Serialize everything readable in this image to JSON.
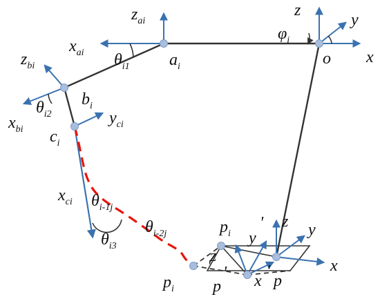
{
  "diagram": {
    "colors": {
      "link": "#333333",
      "axis": "#3a72b0",
      "joint": "#a9bedc",
      "curve": "#e8140a",
      "dashed": "#333333",
      "text": "#111111"
    },
    "labels": {
      "z_ai": {
        "base": "z",
        "sub": "ai"
      },
      "x_ai": {
        "base": "x",
        "sub": "ai"
      },
      "theta_i1": {
        "base": "θ",
        "sub": "i1"
      },
      "a_i": {
        "base": "a",
        "sub": "i"
      },
      "z_bi": {
        "base": "z",
        "sub": "bi"
      },
      "b_i": {
        "base": "b",
        "sub": "i"
      },
      "theta_i2": {
        "base": "θ",
        "sub": "i2"
      },
      "x_bi": {
        "base": "x",
        "sub": "bi"
      },
      "y_ci": {
        "base": "y",
        "sub": "ci"
      },
      "c_i": {
        "base": "c",
        "sub": "i"
      },
      "x_ci": {
        "base": "x",
        "sub": "ci"
      },
      "theta_i_1j": {
        "base": "θ",
        "sub": "i-1j"
      },
      "theta_i3": {
        "base": "θ",
        "sub": "i3"
      },
      "theta_i_2j": {
        "base": "θ",
        "sub": "i-2j"
      },
      "z_o": "z",
      "y_o": "y",
      "x_o": "x",
      "phi_i": {
        "base": "φ",
        "sub": "i"
      },
      "o": "o",
      "p_i_top": {
        "base": "p",
        "sub": "i"
      },
      "y_prime": "y",
      "prime_y": "'",
      "z_p": "z",
      "y_p": "y",
      "x_p": "x",
      "z_prime": "z",
      "prime_z": "'",
      "p_i_bottom": {
        "base": "p",
        "sub": "i"
      },
      "p_prime": "p",
      "prime_p": "'",
      "x_prime": "x",
      "prime_x": "'",
      "p": "p"
    }
  }
}
